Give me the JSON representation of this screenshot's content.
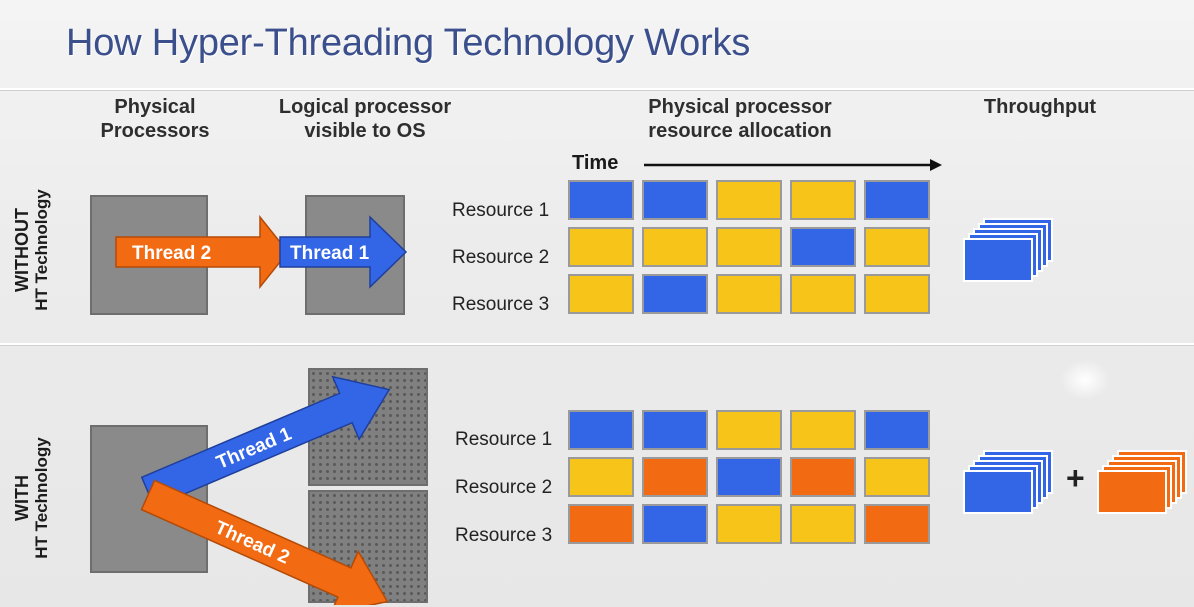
{
  "title": "How Hyper-Threading Technology Works",
  "headers": {
    "physical_processors": "Physical\nProcessors",
    "logical_processor": "Logical processor\nvisible to OS",
    "resource_allocation": "Physical processor\nresource allocation",
    "throughput": "Throughput",
    "time": "Time"
  },
  "rows": [
    {
      "label_line1": "WITHOUT",
      "label_line2": "HT Technology",
      "thread_a": "Thread 2",
      "thread_b": "Thread 1",
      "resources": [
        {
          "name": "Resource 1",
          "cells": [
            "blue",
            "blue",
            "yellow",
            "yellow",
            "blue"
          ]
        },
        {
          "name": "Resource 2",
          "cells": [
            "yellow",
            "yellow",
            "yellow",
            "blue",
            "yellow"
          ]
        },
        {
          "name": "Resource 3",
          "cells": [
            "yellow",
            "blue",
            "yellow",
            "yellow",
            "yellow"
          ]
        }
      ]
    },
    {
      "label_line1": "WITH",
      "label_line2": "HT Technology",
      "thread_a": "Thread 1",
      "thread_b": "Thread 2",
      "resources": [
        {
          "name": "Resource 1",
          "cells": [
            "blue",
            "blue",
            "yellow",
            "yellow",
            "blue"
          ]
        },
        {
          "name": "Resource 2",
          "cells": [
            "yellow",
            "orange",
            "blue",
            "orange",
            "yellow"
          ]
        },
        {
          "name": "Resource 3",
          "cells": [
            "orange",
            "blue",
            "yellow",
            "yellow",
            "orange"
          ]
        }
      ]
    }
  ],
  "plus_sign": "+",
  "colors": {
    "blue": "#3366e6",
    "yellow": "#f7c419",
    "orange": "#f26a12",
    "title": "#3b4f8c"
  }
}
